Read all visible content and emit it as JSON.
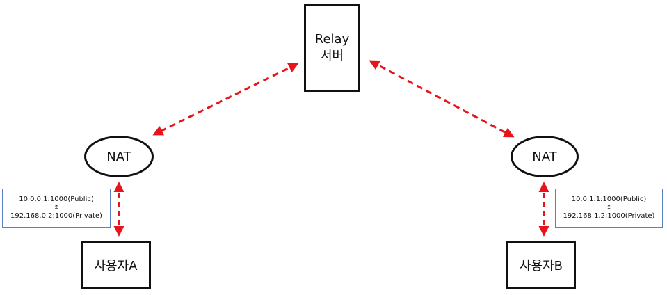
{
  "relay": {
    "line1": "Relay",
    "line2": "서버"
  },
  "nat_a": {
    "label": "NAT"
  },
  "nat_b": {
    "label": "NAT"
  },
  "user_a": {
    "label": "사용자A"
  },
  "user_b": {
    "label": "사용자B"
  },
  "addr_a": {
    "public": "10.0.0.1:1000(Public)",
    "arrow": "↕",
    "private": "192.168.0.2:1000(Private)"
  },
  "addr_b": {
    "public": "10.0.1.1:1000(Public)",
    "arrow": "↕",
    "private": "192.168.1.2:1000(Private)"
  },
  "colors": {
    "connector": "#e8141c",
    "border": "#111111",
    "address_border": "#5b7fbf"
  }
}
